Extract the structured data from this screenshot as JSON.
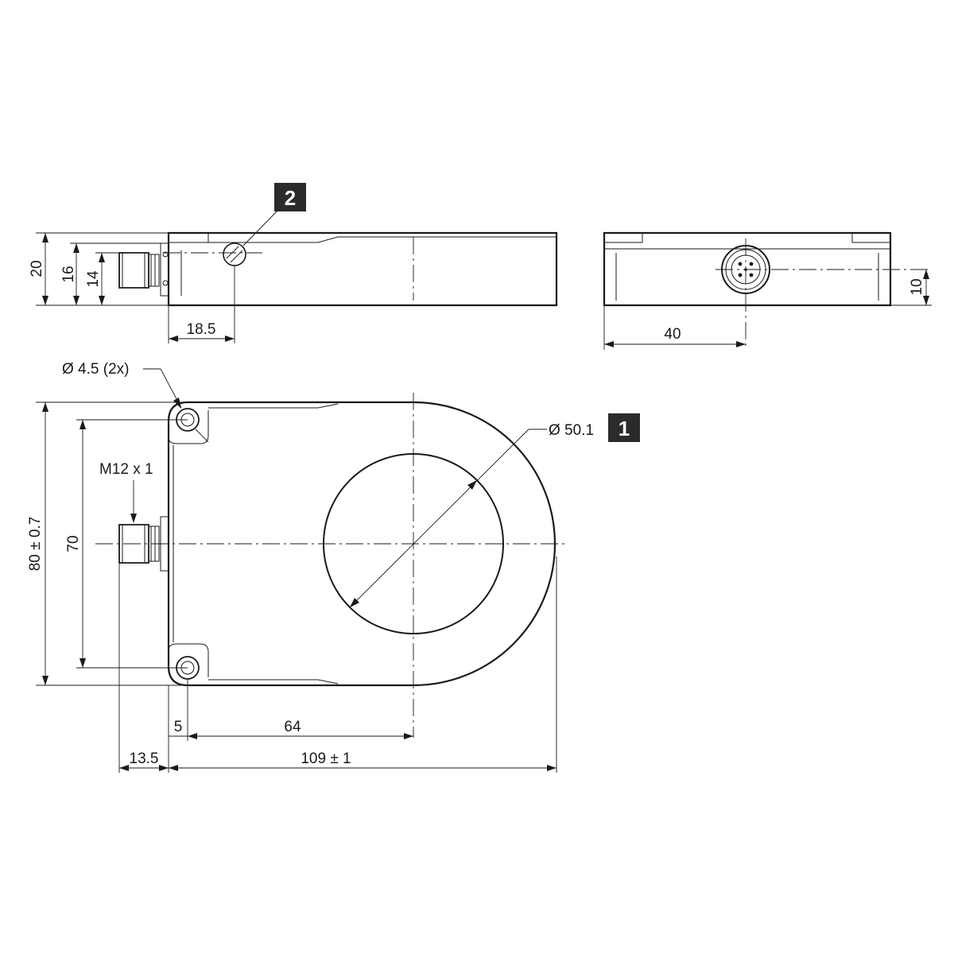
{
  "callouts": {
    "badge_1": "1",
    "badge_2": "2"
  },
  "dimensions": {
    "side_height_20": "20",
    "side_height_16": "16",
    "side_height_14": "14",
    "side_length_18_5": "18.5",
    "end_height_10": "10",
    "end_width_40": "40",
    "hole_diameter": "Ø 4.5 (2x)",
    "connector_thread": "M12 x 1",
    "bore_diameter": "Ø 50.1",
    "overall_height": "80 ± 0.7",
    "hole_spacing": "70",
    "offset_5": "5",
    "offset_64": "64",
    "connector_length": "13.5",
    "overall_length": "109 ± 1"
  }
}
